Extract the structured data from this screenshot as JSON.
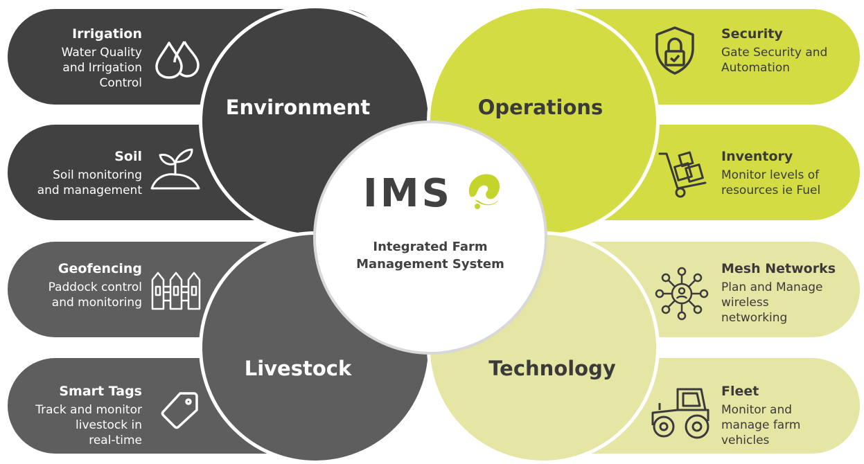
{
  "colors": {
    "dark": "#414141",
    "mid": "#5e5e5e",
    "green": "#d3dc42",
    "pale": "#e5e6a4",
    "text_dark": "#3a3a3a",
    "accent": "#c4d42b"
  },
  "center": {
    "logo_text": "IMS",
    "subtitle_line1": "Integrated Farm",
    "subtitle_line2": "Management System"
  },
  "categories": {
    "environment": "Environment",
    "operations": "Operations",
    "livestock": "Livestock",
    "technology": "Technology"
  },
  "items": {
    "irrigation": {
      "title": "Irrigation",
      "desc": "Water Quality\nand Irrigation\nControl",
      "icon": "water-drops-icon"
    },
    "soil": {
      "title": "Soil",
      "desc": "Soil monitoring\nand management",
      "icon": "seedling-icon"
    },
    "geofencing": {
      "title": "Geofencing",
      "desc": "Paddock control\nand monitoring",
      "icon": "fence-icon"
    },
    "smart_tags": {
      "title": "Smart Tags",
      "desc": "Track and monitor\nlivestock in\nreal-time",
      "icon": "tag-icon"
    },
    "security": {
      "title": "Security",
      "desc": "Gate Security and\nAutomation",
      "icon": "shield-lock-icon"
    },
    "inventory": {
      "title": "Inventory",
      "desc": "Monitor levels of\nresources ie Fuel",
      "icon": "hand-truck-icon"
    },
    "mesh": {
      "title": "Mesh Networks",
      "desc": "Plan and Manage\nwireless\nnetworking",
      "icon": "network-icon"
    },
    "fleet": {
      "title": "Fleet",
      "desc": "Monitor and\nmanage farm\nvehicles",
      "icon": "tractor-icon"
    }
  }
}
